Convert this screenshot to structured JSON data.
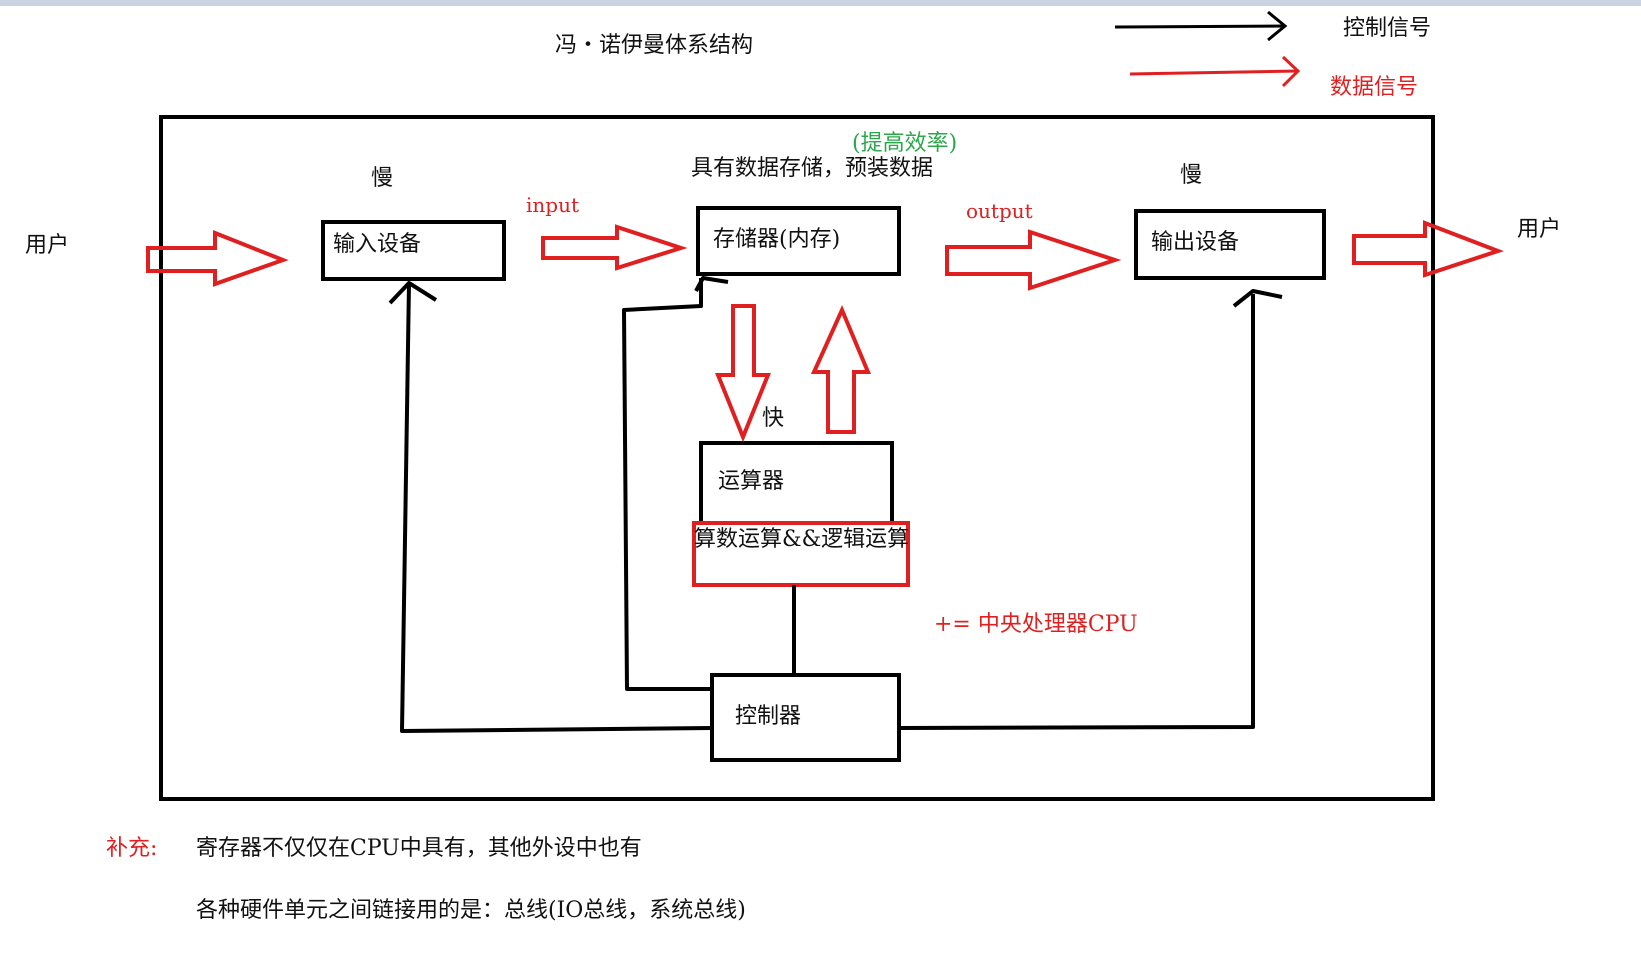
{
  "title": "冯・诺伊曼体系结构",
  "legend": {
    "control": "控制信号",
    "data": "数据信号"
  },
  "labels": {
    "user_left": "用户",
    "user_right": "用户",
    "slow_left": "慢",
    "slow_right": "慢",
    "fast": "快",
    "input": "input",
    "output": "output",
    "efficiency": "(提高效率)",
    "storage_desc": "具有数据存储，预装数据",
    "arith": "算数运算&&逻辑运算",
    "cpu": "+= 中央处理器CPU"
  },
  "boxes": {
    "input_device": "输入设备",
    "memory": "存储器(内存)",
    "output_device": "输出设备",
    "alu": "运算器",
    "controller": "控制器"
  },
  "notes": {
    "supplement_label": "补充:",
    "note1": "寄存器不仅仅在CPU中具有，其他外设中也有",
    "note2": "各种硬件单元之间链接用的是：总线(IO总线，系统总线)"
  },
  "colors": {
    "control": "#000000",
    "data": "#e02020",
    "green": "#2aa84a"
  }
}
